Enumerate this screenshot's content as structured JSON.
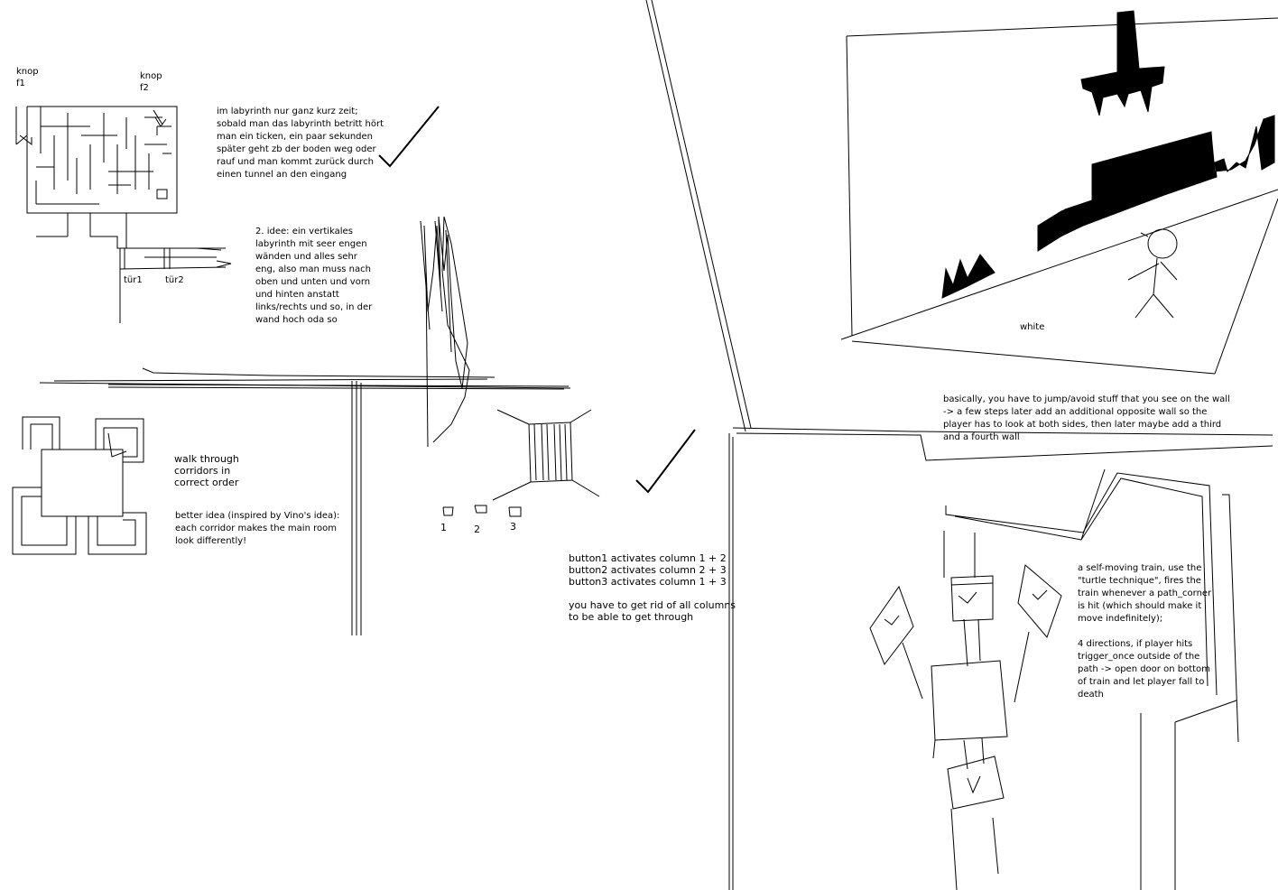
{
  "labels": {
    "knopf1": "knop\nf1",
    "knopf2": "knop\nf2",
    "tuer1": "tür1",
    "tuer2": "tür2",
    "white": "white",
    "num1": "1",
    "num2": "2",
    "num3": "3"
  },
  "notes": {
    "labyrinth_short_time": "im labyrinth nur ganz kurz zeit;\nsobald man das labyrinth betritt hört\nman ein ticken, ein paar sekunden\nspäter geht zb der boden weg oder\nrauf und man kommt zurück durch\neinen tunnel an den eingang",
    "vertical_labyrinth": "2. idee: ein vertikales\nlabyrinth mit seer engen\nwänden und alles sehr\neng, also man muss nach\noben und unten und vorn\nund hinten anstatt\nlinks/rechts und so, in der\nwand hoch oda so",
    "corridors_order": "walk through\ncorridors in\ncorrect order",
    "better_idea": "better idea (inspired by Vino's idea):\neach corridor makes the main room\nlook differently!",
    "buttons_columns": "button1 activates column 1 + 2\nbutton2 activates column 2 + 3\nbutton3 activates column 1 + 3\n\nyou have to get rid of all columns\nto be able to get through",
    "jump_avoid_wall": "basically, you have to jump/avoid stuff that you see on the wall\n -> a few steps later add an additional opposite wall so the\nplayer has to look at both sides, then later maybe add a third\nand a fourth wall",
    "train": "a self-moving train, use the\n\"turtle technique\", fires the\ntrain whenever a path_corner\nis hit (which should make it\nmove indefinitely);\n\n4 directions, if player hits\ntrigger_once outside of the\npath -> open door on bottom\nof train and let player fall to\ndeath"
  },
  "icons": [
    "checkmark-icon",
    "stick-figure-icon"
  ],
  "colors": {
    "ink": "#000000",
    "paper": "#ffffff"
  }
}
